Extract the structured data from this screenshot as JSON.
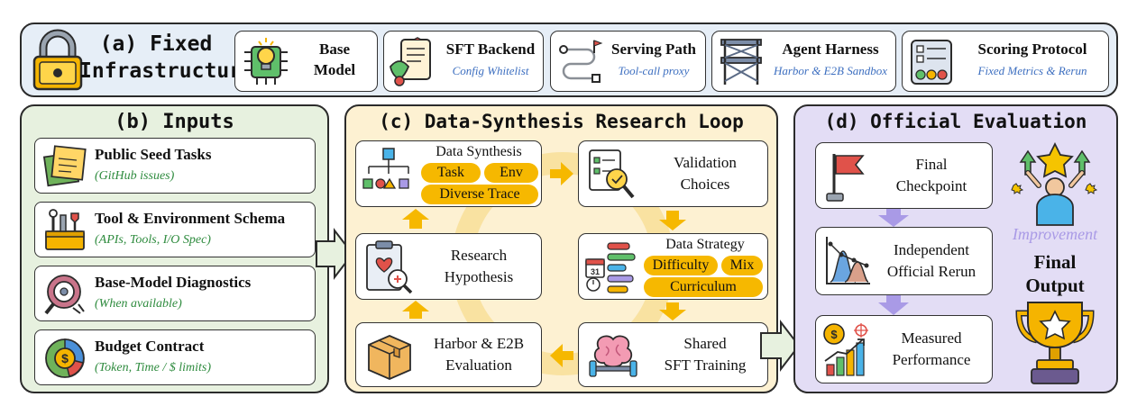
{
  "infra": {
    "title_line1": "(a) Fixed",
    "title_line2": "Infrastructure",
    "base_model_line1": "Base",
    "base_model_line2": "Model",
    "sft_title": "SFT Backend",
    "sft_sub": "Config Whitelist",
    "serving_title": "Serving Path",
    "serving_sub": "Tool-call proxy",
    "harness_title": "Agent Harness",
    "harness_sub": "Harbor & E2B Sandbox",
    "scoring_title": "Scoring Protocol",
    "scoring_sub": "Fixed Metrics & Rerun"
  },
  "inputs": {
    "title": "(b) Inputs",
    "items": [
      {
        "title": "Public Seed Tasks",
        "sub": "(GitHub issues)"
      },
      {
        "title": "Tool & Environment Schema",
        "sub": "(APIs, Tools, I/O Spec)"
      },
      {
        "title": "Base-Model Diagnostics",
        "sub": "(When available)"
      },
      {
        "title": "Budget Contract",
        "sub": "(Token, Time / $ limits)"
      }
    ]
  },
  "loop": {
    "title": "(c) Data-Synthesis Research Loop",
    "synthesis_title": "Data Synthesis",
    "tag_task": "Task",
    "tag_env": "Env",
    "tag_trace": "Diverse Trace",
    "validation_line1": "Validation",
    "validation_line2": "Choices",
    "hypothesis_line1": "Research",
    "hypothesis_line2": "Hypothesis",
    "strategy_title": "Data Strategy",
    "tag_difficulty": "Difficulty",
    "tag_mix": "Mix",
    "tag_curriculum": "Curriculum",
    "harbor_line1": "Harbor & E2B",
    "harbor_line2": "Evaluation",
    "sft_line1": "Shared",
    "sft_line2": "SFT Training",
    "calendar_number": "31"
  },
  "official": {
    "title": "(d) Official Evaluation",
    "checkpoint_line1": "Final",
    "checkpoint_line2": "Checkpoint",
    "rerun_line1": "Independent",
    "rerun_line2": "Official Rerun",
    "performance_line1": "Measured",
    "performance_line2": "Performance",
    "improvement": "Improvement",
    "final_line1": "Final",
    "final_line2": "Output",
    "coin_symbol": "$"
  },
  "colors": {
    "infra_bg": "#e6eef7",
    "inputs_bg": "#e7f1df",
    "loop_bg": "#fdf1d2",
    "official_bg": "#e3ddf5",
    "accent_orange": "#f6b800",
    "accent_purple": "#a99ae6",
    "subtitle_blue": "#3d6fc0",
    "subtitle_green": "#2e8b3e"
  }
}
